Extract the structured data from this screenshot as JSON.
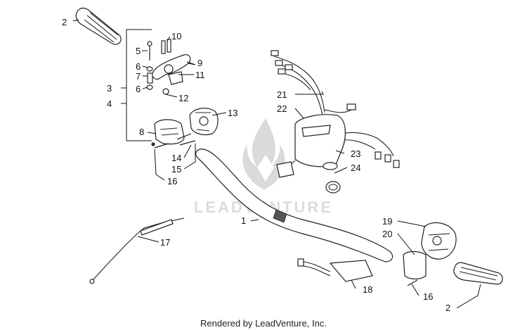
{
  "watermark": {
    "text": "LEADVENTURE"
  },
  "footer": {
    "text": "Rendered by LeadVenture, Inc."
  },
  "callouts": {
    "c1": "1",
    "c2a": "2",
    "c2b": "2",
    "c3": "3",
    "c4": "4",
    "c5": "5",
    "c6a": "6",
    "c6b": "6",
    "c7": "7",
    "c8": "8",
    "c9": "9",
    "c10": "10",
    "c11": "11",
    "c12": "12",
    "c13": "13",
    "c14": "14",
    "c15": "15",
    "c16a": "16",
    "c16b": "16",
    "c17": "17",
    "c18": "18",
    "c19": "19",
    "c20": "20",
    "c21": "21",
    "c22": "22",
    "c23": "23",
    "c24": "24"
  },
  "colors": {
    "line": "#222222",
    "watermark": "#dadada"
  }
}
